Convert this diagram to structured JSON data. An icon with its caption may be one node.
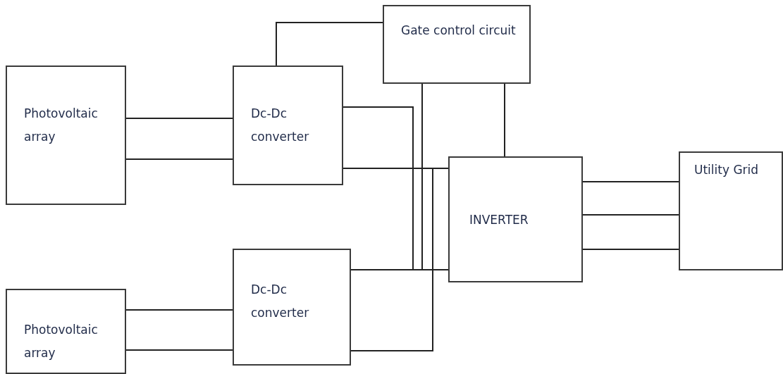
{
  "diagram": {
    "nodes": [
      {
        "text": [
          "Gate control circuit"
        ]
      },
      {
        "text": [
          "Photovoltaic array"
        ]
      },
      {
        "text": [
          "Dc-Dc converter"
        ]
      },
      {
        "text": [
          "INVERTER"
        ]
      },
      {
        "text": [
          "Utility Grid"
        ]
      },
      {
        "text": [
          "Photovoltaic array"
        ]
      },
      {
        "text": [
          "Dc-Dc converter"
        ]
      }
    ],
    "edges": [
      {
        "from": 0,
        "to": 2,
        "arrow": "none"
      },
      {
        "from": 0,
        "to": 3,
        "arrow": "none"
      },
      {
        "from": 0,
        "to": 3,
        "arrow": "none"
      },
      {
        "from": 1,
        "to": 2,
        "arrow": "none"
      },
      {
        "from": 1,
        "to": 2,
        "arrow": "none"
      },
      {
        "from": 2,
        "to": 3,
        "arrow": "none"
      },
      {
        "from": 2,
        "to": 3,
        "arrow": "none"
      },
      {
        "from": 3,
        "to": 4,
        "arrow": "none"
      },
      {
        "from": 3,
        "to": 4,
        "arrow": "none"
      },
      {
        "from": 3,
        "to": 4,
        "arrow": "none"
      },
      {
        "from": 5,
        "to": 6,
        "arrow": "none"
      },
      {
        "from": 5,
        "to": 6,
        "arrow": "none"
      },
      {
        "from": 6,
        "to": 3,
        "arrow": "none"
      },
      {
        "from": 6,
        "to": 3,
        "arrow": "none"
      }
    ]
  }
}
